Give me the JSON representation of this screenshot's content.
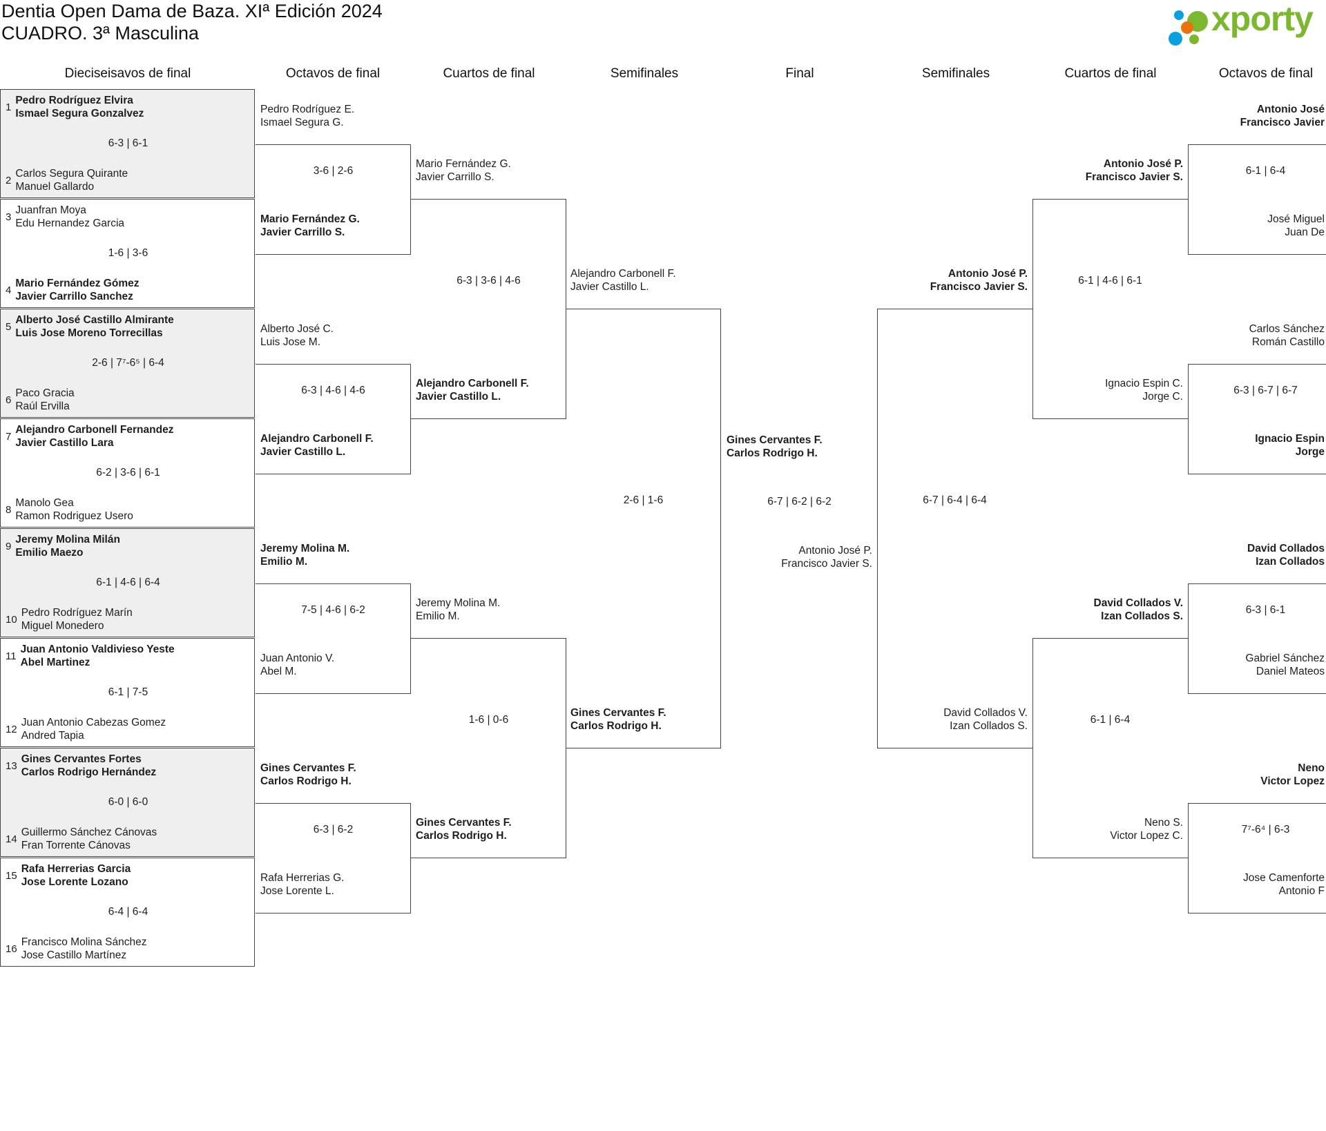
{
  "header": {
    "title": "Dentia Open Dama de Baza. XIª Edición 2024",
    "subtitle": "CUADRO. 3ª Masculina"
  },
  "logo": {
    "text": "xporty",
    "colors": {
      "green": "#7cb82f",
      "blue": "#0aa0e0",
      "orange": "#e8720c"
    }
  },
  "rounds": [
    "Dieciseisavos de final",
    "Octavos de final",
    "Cuartos de final",
    "Semifinales",
    "Final",
    "Semifinales",
    "Cuartos de final",
    "Octavos de final"
  ],
  "r32": [
    {
      "seed1": "1",
      "p1": [
        "Pedro Rodríguez Elvira",
        "Ismael Segura Gonzalvez"
      ],
      "score": "6-3 | 6-1",
      "seed2": "2",
      "p2": [
        "Carlos Segura Quirante",
        "Manuel Gallardo"
      ],
      "winner": 1
    },
    {
      "seed1": "3",
      "p1": [
        "Juanfran Moya",
        "Edu Hernandez Garcia"
      ],
      "score": "1-6 | 3-6",
      "seed2": "4",
      "p2": [
        "Mario Fernández Gómez",
        "Javier Carrillo Sanchez"
      ],
      "winner": 2
    },
    {
      "seed1": "5",
      "p1": [
        "Alberto José Castillo Almirante",
        "Luis Jose Moreno Torrecillas"
      ],
      "score": "2-6 | 7⁷-6⁵ | 6-4",
      "seed2": "6",
      "p2": [
        "Paco Gracia",
        "Raúl Ervilla"
      ],
      "winner": 1
    },
    {
      "seed1": "7",
      "p1": [
        "Alejandro Carbonell Fernandez",
        "Javier Castillo Lara"
      ],
      "score": "6-2 | 3-6 | 6-1",
      "seed2": "8",
      "p2": [
        "Manolo Gea",
        "Ramon Rodriguez Usero"
      ],
      "winner": 1
    },
    {
      "seed1": "9",
      "p1": [
        "Jeremy Molina Milán",
        "Emilio Maezo"
      ],
      "score": "6-1 | 4-6 | 6-4",
      "seed2": "10",
      "p2": [
        "Pedro Rodríguez Marín",
        "Miguel Monedero"
      ],
      "winner": 1
    },
    {
      "seed1": "11",
      "p1": [
        "Juan Antonio Valdivieso Yeste",
        "Abel Martinez"
      ],
      "score": "6-1 | 7-5",
      "seed2": "12",
      "p2": [
        "Juan Antonio Cabezas Gomez",
        "Andred Tapia"
      ],
      "winner": 1
    },
    {
      "seed1": "13",
      "p1": [
        "Gines Cervantes Fortes",
        "Carlos Rodrigo Hernández"
      ],
      "score": "6-0 | 6-0",
      "seed2": "14",
      "p2": [
        "Guillermo Sánchez Cánovas",
        "Fran Torrente Cánovas"
      ],
      "winner": 1
    },
    {
      "seed1": "15",
      "p1": [
        "Rafa Herrerias Garcia",
        "Jose Lorente Lozano"
      ],
      "score": "6-4 | 6-4",
      "seed2": "16",
      "p2": [
        "Francisco Molina Sánchez",
        "Jose Castillo Martínez"
      ],
      "winner": 1
    }
  ],
  "octavos_left": [
    {
      "p1": [
        "Pedro Rodríguez E.",
        "Ismael Segura G."
      ],
      "score": "3-6 | 2-6",
      "p2": [
        "Mario Fernández G.",
        "Javier Carrillo S."
      ],
      "winner": 2
    },
    {
      "p1": [
        "Alberto José C.",
        "Luis Jose M."
      ],
      "score": "6-3 | 4-6 | 4-6",
      "p2": [
        "Alejandro Carbonell F.",
        "Javier Castillo L."
      ],
      "winner": 2
    },
    {
      "p1": [
        "Jeremy Molina M.",
        "Emilio M."
      ],
      "score": "7-5 | 4-6 | 6-2",
      "p2": [
        "Juan Antonio V.",
        "Abel M."
      ],
      "winner": 1
    },
    {
      "p1": [
        "Gines Cervantes F.",
        "Carlos Rodrigo H."
      ],
      "score": "6-3 | 6-2",
      "p2": [
        "Rafa Herrerias G.",
        "Jose Lorente L."
      ],
      "winner": 1
    }
  ],
  "cuartos_left": [
    {
      "p1": [
        "Mario Fernández G.",
        "Javier Carrillo S."
      ],
      "score": "6-3 | 3-6 | 4-6",
      "p2": [
        "Alejandro Carbonell F.",
        "Javier Castillo L."
      ],
      "winner": 2
    },
    {
      "p1": [
        "Jeremy Molina M.",
        "Emilio M."
      ],
      "score": "1-6 | 0-6",
      "p2": [
        "Gines Cervantes F.",
        "Carlos Rodrigo H."
      ],
      "winner": 2
    }
  ],
  "semis_left": [
    {
      "p1": [
        "Alejandro Carbonell F.",
        "Javier Castillo L."
      ],
      "score": "2-6 | 1-6",
      "p2": [
        "Gines Cervantes F.",
        "Carlos Rodrigo H."
      ],
      "winner": 2
    }
  ],
  "final": {
    "p1": [
      "Gines Cervantes F.",
      "Carlos Rodrigo H."
    ],
    "score": "6-7 | 6-2 | 6-2",
    "p2": [
      "Antonio José P.",
      "Francisco Javier S."
    ],
    "winner": 1
  },
  "semis_right": [
    {
      "p1": [
        "Antonio José P.",
        "Francisco Javier S."
      ],
      "score": "6-7 | 6-4 | 6-4",
      "p2": [
        "David Collados V.",
        "Izan Collados S."
      ],
      "winner": 1
    }
  ],
  "cuartos_right": [
    {
      "p1": [
        "Antonio José P.",
        "Francisco Javier S."
      ],
      "score": "6-1 | 4-6 | 6-1",
      "p2": [
        "Ignacio Espin C.",
        "Jorge C."
      ],
      "winner": 1
    },
    {
      "p1": [
        "David Collados V.",
        "Izan Collados S."
      ],
      "score": "6-1 | 6-4",
      "p2": [
        "Neno S.",
        "Victor Lopez C."
      ],
      "winner": 1
    }
  ],
  "octavos_right": [
    {
      "p1": [
        "Antonio José",
        "Francisco Javier"
      ],
      "score": "6-1 | 6-4",
      "p2": [
        "José Miguel",
        "Juan De"
      ],
      "winner": 1
    },
    {
      "p1": [
        "Carlos Sánchez",
        "Román Castillo"
      ],
      "score": "6-3 | 6-7 | 6-7",
      "p2": [
        "Ignacio Espin",
        "Jorge"
      ],
      "winner": 2
    },
    {
      "p1": [
        "David Collados",
        "Izan Collados"
      ],
      "score": "6-3 | 6-1",
      "p2": [
        "Gabriel Sánchez",
        "Daniel Mateos"
      ],
      "winner": 1
    },
    {
      "p1": [
        "Neno",
        "Victor Lopez"
      ],
      "score": "7⁷-6⁴ | 6-3",
      "p2": [
        "Jose Camenforte",
        "Antonio F"
      ],
      "winner": 1
    }
  ]
}
